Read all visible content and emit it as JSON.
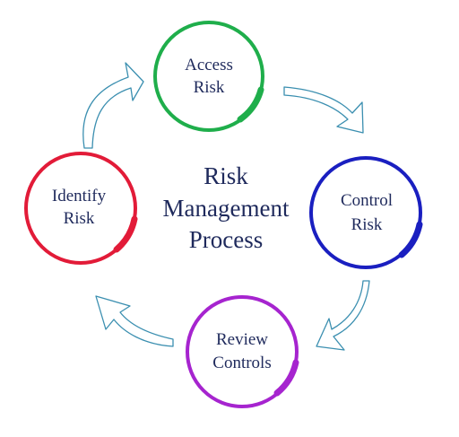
{
  "title": {
    "line1": "Risk",
    "line2": "Management",
    "line3": "Process"
  },
  "steps": [
    {
      "line1": "Access",
      "line2": "Risk",
      "color": "#1fae4b"
    },
    {
      "line1": "Control",
      "line2": "Risk",
      "color": "#1a1fc0"
    },
    {
      "line1": "Review",
      "line2": "Controls",
      "color": "#a624cf"
    },
    {
      "line1": "Identify",
      "line2": "Risk",
      "color": "#e21b38"
    }
  ],
  "arrow_color": "#3b8fb0",
  "text_color": "#1f2a5c"
}
